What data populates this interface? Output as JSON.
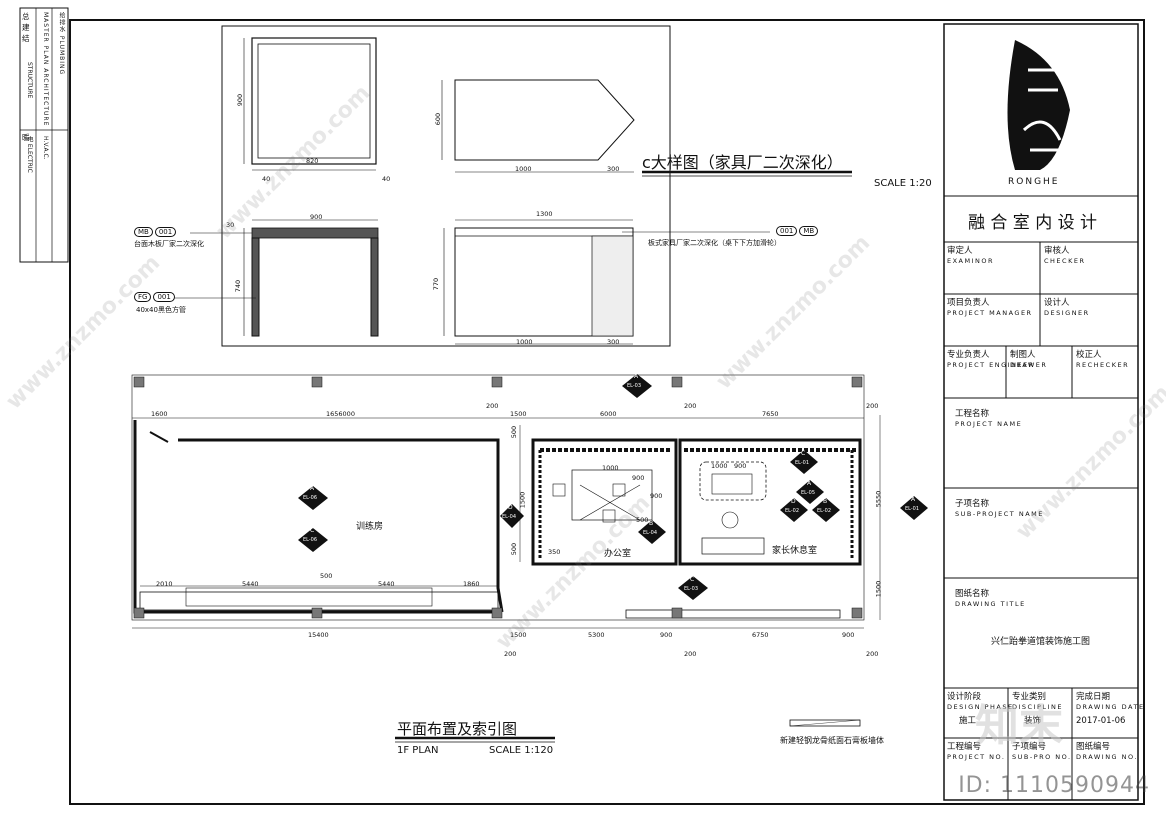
{
  "left_strip": {
    "rows": [
      {
        "zh": "总",
        "label": "图",
        "en": "MASTER PLAN"
      },
      {
        "zh": "建",
        "label": "筑",
        "en": "ARCHITECTURE"
      },
      {
        "zh": "结",
        "label": "构",
        "en": "STRUCTURE"
      },
      {
        "zh": "给排水",
        "en": "PLUMBING"
      },
      {
        "zh": "暖",
        "label": "通",
        "en": "H.V.A.C."
      },
      {
        "zh": "电",
        "label": "气",
        "en": "ELECTRIC"
      }
    ]
  },
  "detail": {
    "title": "c大样图（家具厂二次深化）",
    "scale": "SCALE 1:20",
    "dims": {
      "cab_h": "900",
      "cab_w": "820",
      "cab_leg": "40",
      "cab_leg2": "40",
      "arrow_h": "600",
      "arrow_w": "1000",
      "arrow_tip": "300",
      "tbl_w": "900",
      "tbl_top": "30",
      "tbl_h": "740",
      "desk_w": "1300",
      "desk_h": "770",
      "desk_w2": "1000",
      "desk_r": "300"
    },
    "callouts": {
      "mb_left_code": "MB",
      "mb_left_num": "001",
      "mb_left_text": "台面木板厂家二次深化",
      "fg_code": "FG",
      "fg_num": "001",
      "fg_text": "40x40黑色方管",
      "mb_right_num": "001",
      "mb_right_code": "MB",
      "mb_right_text": "板式家具厂家二次深化（桌下下方加滑轮）"
    }
  },
  "plan": {
    "title": "平面布置及索引图",
    "subtitle": "1F PLAN",
    "scale": "SCALE 1:120",
    "rooms": {
      "training": "训练房",
      "office": "办公室",
      "lounge": "家长休息室"
    },
    "dims_top": [
      "1600",
      "1656000",
      "200",
      "1500",
      "6000",
      "200",
      "7650",
      "200"
    ],
    "dims_bottom": [
      "15400",
      "1500",
      "5300",
      "900",
      "6750",
      "900"
    ],
    "dims_inner": [
      "2010",
      "5440",
      "500",
      "5440",
      "1860",
      "200",
      "200",
      "200"
    ],
    "dims_right": [
      "5550",
      "1500"
    ],
    "dims_left": [
      "500",
      "1500",
      "500",
      "350"
    ],
    "furniture_dims": [
      "1000",
      "900",
      "900",
      "900",
      "500",
      "1000"
    ],
    "elev_tags": [
      "A",
      "EL-03",
      "A",
      "EL-06",
      "C",
      "EL-06",
      "D",
      "EL-04",
      "B",
      "EL-04",
      "C",
      "EL-01",
      "A",
      "EL-05",
      "D",
      "EL-02",
      "B",
      "EL-02",
      "A",
      "EL-01",
      "C",
      "EL-03"
    ],
    "legend": "新建轻钢龙骨纸面石膏板墙体"
  },
  "titleblock": {
    "brand": "RONGHE",
    "company": "融 合 室 内 设 计",
    "examiner": "审定人",
    "examiner_en": "EXAMINOR",
    "checker": "审核人",
    "checker_en": "CHECKER",
    "pm": "项目负责人",
    "pm_en": "PROJECT MANAGER",
    "designer": "设计人",
    "designer_en": "DESIGNER",
    "pe": "专业负责人",
    "pe_en": "PROJECT ENGINEER",
    "drawer": "制图人",
    "drawer_en": "DRAWER",
    "rechecker": "校正人",
    "rechecker_en": "RECHECKER",
    "project": "工程名称",
    "project_en": "PROJECT NAME",
    "subproject": "子项名称",
    "subproject_en": "SUB-PROJECT NAME",
    "drawing_title": "图纸名称",
    "drawing_title_en": "DRAWING TITLE",
    "drawing_title_value": "兴仁跆拳道馆装饰施工图",
    "phase": "设计阶段",
    "phase_en": "DESIGN PHASE",
    "phase_value": "施工",
    "discipline": "专业类别",
    "discipline_en": "DISCIPLINE",
    "discipline_value": "装饰",
    "date": "完成日期",
    "date_en": "DRAWING DATE",
    "date_value": "2017-01-06",
    "proj_no": "工程编号",
    "proj_no_en": "PROJECT NO.",
    "sub_no": "子项编号",
    "sub_no_en": "SUB-PRO NO.",
    "dwg_no": "图纸编号",
    "dwg_no_en": "DRAWING NO."
  },
  "watermarks": {
    "site": "www.znzmo.com",
    "brand": "知末",
    "id": "ID: 1110590944"
  }
}
